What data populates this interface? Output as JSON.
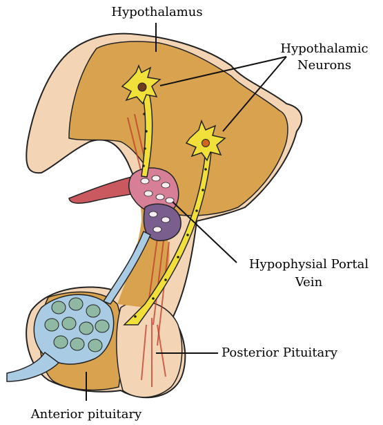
{
  "labels": {
    "hypothalamus": "Hypothalamus",
    "neurons_line1": "Hypothalamic",
    "neurons_line2": "Neurons",
    "portal_line1": "Hypophysial Portal",
    "portal_line2": "Vein",
    "posterior": "Posterior Pituitary",
    "anterior": "Anterior pituitary"
  },
  "colors": {
    "tissue_outer": "#f3d4b4",
    "tissue_main": "#d9a24e",
    "neuron_fill": "#f1df3a",
    "vessel_red": "#c9585f",
    "vessel_purple": "#7a5e8e",
    "vessel_pink": "#d67f96",
    "capillary_blue": "#a9cbe4",
    "cell_green": "#8fb9a2",
    "fiber_red": "#c0392b",
    "outline": "#222222"
  }
}
